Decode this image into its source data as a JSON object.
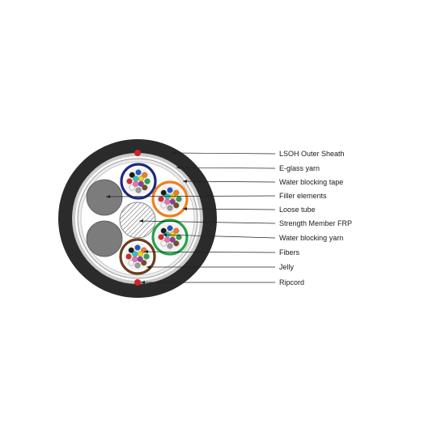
{
  "diagram": {
    "labels": [
      {
        "key": "outer_sheath",
        "text": "LSOH Outer Sheath"
      },
      {
        "key": "eglass_yarn",
        "text": "E-glass yarn"
      },
      {
        "key": "wb_tape",
        "text": "Water blocking tape"
      },
      {
        "key": "filler",
        "text": "Filler elements"
      },
      {
        "key": "loose_tube",
        "text": "Loose tube"
      },
      {
        "key": "frp",
        "text": "Strength Member FRP"
      },
      {
        "key": "wb_yarn",
        "text": "Water blocking yarn"
      },
      {
        "key": "fibers",
        "text": "Fibers"
      },
      {
        "key": "jelly",
        "text": "Jelly"
      },
      {
        "key": "ripcord",
        "text": "Ripcord"
      }
    ],
    "colors": {
      "outer_sheath": "#2b2b2b",
      "eglass": "#c9c9c9",
      "tape": "#e8e8e8",
      "filler": "#7c7c7c",
      "ripcord": "#d62020",
      "tube_blue": "#1e2a86",
      "tube_orange": "#f07f1e",
      "tube_green": "#24a34a",
      "tube_brown": "#6b3f1f",
      "fiber_palette": [
        "#1e56c8",
        "#ee7d22",
        "#2aa14a",
        "#7b4a26",
        "#9a9a9a",
        "#f3f3f3",
        "#d62a2a",
        "#1a1a1a",
        "#f0d21e",
        "#8e3fa0",
        "#ef6fae",
        "#2fc3c3"
      ]
    }
  }
}
